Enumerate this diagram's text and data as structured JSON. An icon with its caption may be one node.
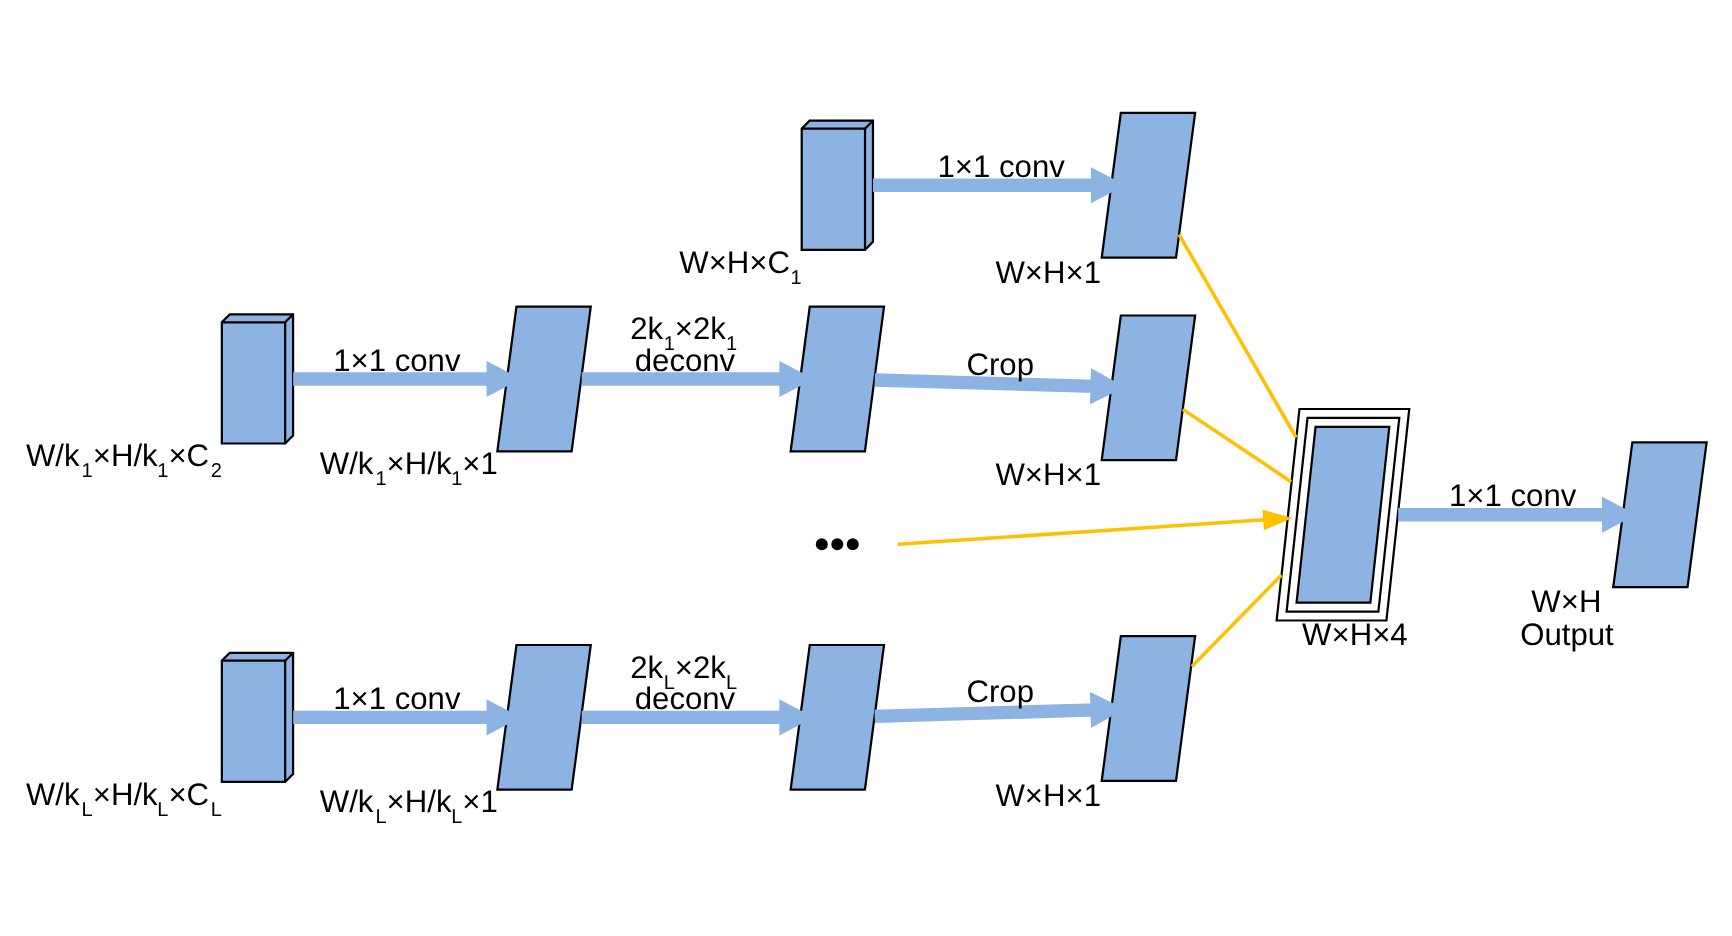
{
  "diagram": {
    "nodes": [
      {
        "text": [],
        "shape": "cuboid",
        "beside": [
          "W×H×C$_{1}$"
        ]
      },
      {
        "text": [],
        "shape": "parallelogram",
        "beside": [
          "W×H×1"
        ]
      },
      {
        "text": [],
        "shape": "cuboid",
        "beside": [
          "W/k$_{1}$×H/k$_{1}$×C$_{2}$"
        ]
      },
      {
        "text": [],
        "shape": "parallelogram",
        "beside": [
          "W/k$_{1}$×H/k$_{1}$×1"
        ]
      },
      {
        "text": [],
        "shape": "parallelogram"
      },
      {
        "text": [],
        "shape": "parallelogram",
        "beside": [
          "W×H×1"
        ]
      },
      {
        "text": [
          "•••"
        ]
      },
      {
        "text": [],
        "shape": "cuboid",
        "beside": [
          "W/k$_{L}$×H/k$_{L}$×C$_{L}$"
        ]
      },
      {
        "text": [],
        "shape": "parallelogram",
        "beside": [
          "W/k$_{L}$×H/k$_{L}$×1"
        ]
      },
      {
        "text": [],
        "shape": "parallelogram"
      },
      {
        "text": [],
        "shape": "parallelogram",
        "beside": [
          "W×H×1"
        ]
      },
      {
        "text": [],
        "shape": "stack",
        "beside": [
          "W×H×4"
        ]
      },
      {
        "text": [],
        "shape": "parallelogram",
        "beside": [
          "W×H",
          "Output"
        ]
      }
    ],
    "edges": [
      {
        "from": 0,
        "to": 1,
        "arrow": "to",
        "label": "1×1 conv"
      },
      {
        "from": 1,
        "to": 11,
        "arrow": "none",
        "color": "#ffc000"
      },
      {
        "from": 2,
        "to": 3,
        "arrow": "to",
        "label": "1×1 conv"
      },
      {
        "from": 3,
        "to": 4,
        "arrow": "to",
        "label": "2k$_{1}$×2k$_{1}$ deconv"
      },
      {
        "from": 4,
        "to": 5,
        "arrow": "to",
        "label": "Crop"
      },
      {
        "from": 5,
        "to": 11,
        "arrow": "none",
        "color": "#ffc000"
      },
      {
        "from": 6,
        "to": 11,
        "arrow": "to",
        "color": "#ffc000"
      },
      {
        "from": 7,
        "to": 8,
        "arrow": "to",
        "label": "1×1 conv"
      },
      {
        "from": 8,
        "to": 9,
        "arrow": "to",
        "label": "2k$_{L}$×2k$_{L}$ deconv"
      },
      {
        "from": 9,
        "to": 10,
        "arrow": "to",
        "label": "Crop"
      },
      {
        "from": 10,
        "to": 11,
        "arrow": "none",
        "color": "#ffc000"
      },
      {
        "from": 11,
        "to": 12,
        "arrow": "to",
        "label": "1×1 conv"
      }
    ]
  }
}
